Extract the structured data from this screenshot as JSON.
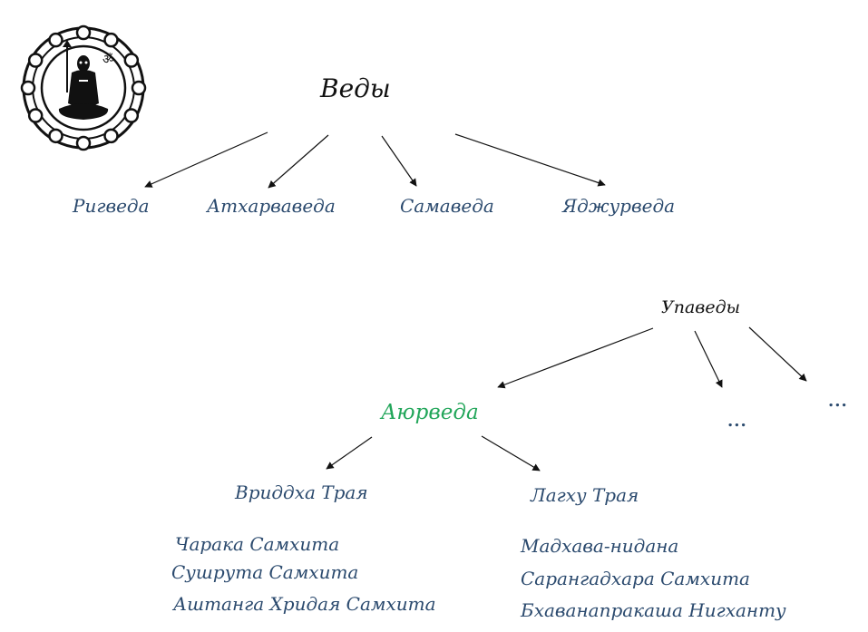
{
  "diagram": {
    "root": "Веды",
    "vedas": [
      "Ригведа",
      "Атхарваведа",
      "Самаведа",
      "Яджурведа"
    ],
    "upavedas": "Упаведы",
    "ayurveda": "Аюрведа",
    "ellipsis_1": "...",
    "ellipsis_2": "...",
    "vriddha": "Вриддха Трая",
    "laghu": "Лагху Трая",
    "vriddha_texts": [
      "Чарака Самхита",
      "Сушрута Самхита",
      "Аштанга Хридая Самхита"
    ],
    "laghu_texts": [
      "Мадхава-нидана",
      "Сарангадхара Самхита",
      "Бхаванапракаша Нигханту"
    ]
  },
  "colors": {
    "node_text": "#2b4a6e",
    "root_text": "#111111",
    "ayurveda_text": "#22a65a",
    "arrow": "#111111"
  },
  "icons": {
    "emblem": "mandala-shiva-emblem-icon"
  }
}
